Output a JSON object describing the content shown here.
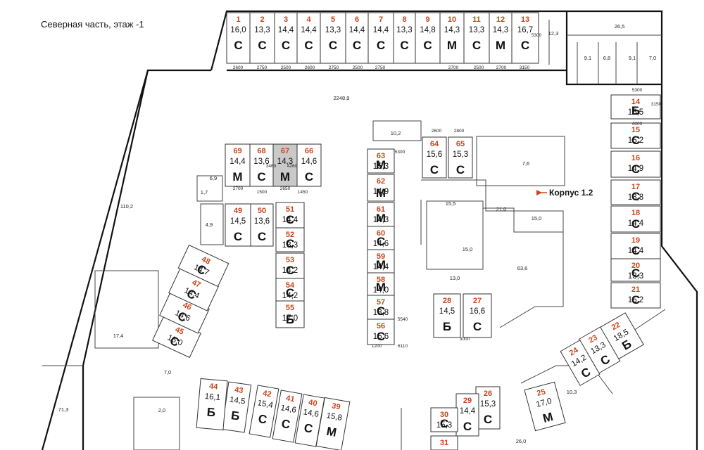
{
  "title": "Северная часть, этаж -1",
  "colors": {
    "wall": "#111111",
    "number": "#c8461c",
    "selected": "#c9c9c9",
    "line": "#444444"
  },
  "building_label": "Корпус 1.2",
  "spaces": [
    {
      "n": "1",
      "a": "16,0",
      "t": "С"
    },
    {
      "n": "2",
      "a": "13,3",
      "t": "С"
    },
    {
      "n": "3",
      "a": "14,4",
      "t": "С"
    },
    {
      "n": "4",
      "a": "14,4",
      "t": "С"
    },
    {
      "n": "5",
      "a": "13,3",
      "t": "С"
    },
    {
      "n": "6",
      "a": "14,4",
      "t": "С"
    },
    {
      "n": "7",
      "a": "14,4",
      "t": "С"
    },
    {
      "n": "8",
      "a": "13,3",
      "t": "С"
    },
    {
      "n": "9",
      "a": "14,8",
      "t": "С"
    },
    {
      "n": "10",
      "a": "14,3",
      "t": "М"
    },
    {
      "n": "11",
      "a": "13,3",
      "t": "С"
    },
    {
      "n": "12",
      "a": "14,3",
      "t": "М"
    },
    {
      "n": "13",
      "a": "16,7",
      "t": "С"
    },
    {
      "n": "14",
      "a": "16,5",
      "t": "Б"
    },
    {
      "n": "15",
      "a": "15,2",
      "t": "С"
    },
    {
      "n": "16",
      "a": "14,9",
      "t": "С"
    },
    {
      "n": "17",
      "a": "13,8",
      "t": "С"
    },
    {
      "n": "18",
      "a": "14,4",
      "t": "С"
    },
    {
      "n": "19",
      "a": "14,4",
      "t": "С"
    },
    {
      "n": "20",
      "a": "13,3",
      "t": "С"
    },
    {
      "n": "21",
      "a": "15,2",
      "t": "С"
    },
    {
      "n": "22",
      "a": "18,5",
      "t": "Б"
    },
    {
      "n": "23",
      "a": "13,3",
      "t": "С"
    },
    {
      "n": "24",
      "a": "14,2",
      "t": "С"
    },
    {
      "n": "25",
      "a": "17,0",
      "t": "М"
    },
    {
      "n": "26",
      "a": "15,3",
      "t": "С"
    },
    {
      "n": "27",
      "a": "16,6",
      "t": "С"
    },
    {
      "n": "28",
      "a": "14,5",
      "t": "Б"
    },
    {
      "n": "29",
      "a": "14,4",
      "t": "С"
    },
    {
      "n": "30",
      "a": "15,3",
      "t": "С"
    },
    {
      "n": "31",
      "a": "",
      "t": ""
    },
    {
      "n": "39",
      "a": "15,8",
      "t": "М"
    },
    {
      "n": "40",
      "a": "14,6",
      "t": "С"
    },
    {
      "n": "41",
      "a": "14,6",
      "t": "С"
    },
    {
      "n": "42",
      "a": "15,4",
      "t": "С"
    },
    {
      "n": "43",
      "a": "14,5",
      "t": "Б"
    },
    {
      "n": "44",
      "a": "16,1",
      "t": "Б"
    },
    {
      "n": "45",
      "a": "15,0",
      "t": "С"
    },
    {
      "n": "46",
      "a": "14,6",
      "t": "С"
    },
    {
      "n": "47",
      "a": "14,4",
      "t": "С"
    },
    {
      "n": "48",
      "a": "14,7",
      "t": "С"
    },
    {
      "n": "49",
      "a": "14,5",
      "t": "С"
    },
    {
      "n": "50",
      "a": "13,6",
      "t": "С"
    },
    {
      "n": "51",
      "a": "14,4",
      "t": "С"
    },
    {
      "n": "52",
      "a": "13,3",
      "t": "С"
    },
    {
      "n": "53",
      "a": "14,2",
      "t": "С"
    },
    {
      "n": "54",
      "a": "14,2",
      "t": "С"
    },
    {
      "n": "55",
      "a": "17,0",
      "t": "Б"
    },
    {
      "n": "56",
      "a": "15,6",
      "t": "С"
    },
    {
      "n": "57",
      "a": "13,8",
      "t": "С"
    },
    {
      "n": "58",
      "a": "14,0",
      "t": "М"
    },
    {
      "n": "59",
      "a": "14,4",
      "t": "М"
    },
    {
      "n": "60",
      "a": "14,6",
      "t": "С"
    },
    {
      "n": "61",
      "a": "14,3",
      "t": "М"
    },
    {
      "n": "62",
      "a": "14,9",
      "t": "М"
    },
    {
      "n": "63",
      "a": "15,3",
      "t": "М"
    },
    {
      "n": "64",
      "a": "15,6",
      "t": "С"
    },
    {
      "n": "65",
      "a": "15,3",
      "t": "С"
    },
    {
      "n": "66",
      "a": "14,6",
      "t": "С"
    },
    {
      "n": "67",
      "a": "14,3",
      "t": "М",
      "sel": true
    },
    {
      "n": "68",
      "a": "13,6",
      "t": "С"
    },
    {
      "n": "69",
      "a": "14,4",
      "t": "М"
    }
  ],
  "room_labels": [
    "2248,9",
    "110,2",
    "71,3",
    "26,5",
    "12,3",
    "9,1",
    "6,8",
    "9,1",
    "7,0",
    "10,2",
    "7,6",
    "15,5",
    "21,0",
    "15,0",
    "15,0",
    "13,0",
    "63,6",
    "6,9",
    "1,7",
    "4,9",
    "17,4",
    "7,0",
    "2,0",
    "10,3",
    "26,0"
  ],
  "dimensions": [
    "2600",
    "2750",
    "2500",
    "2600",
    "2750",
    "2500",
    "2750",
    "2700",
    "2500",
    "2700",
    "3150",
    "5300",
    "5300",
    "4000",
    "3150",
    "5300",
    "2600",
    "2800",
    "5540",
    "6110",
    "3000",
    "1200",
    "2700",
    "4260",
    "3460",
    "2650",
    "1450",
    "1500"
  ]
}
